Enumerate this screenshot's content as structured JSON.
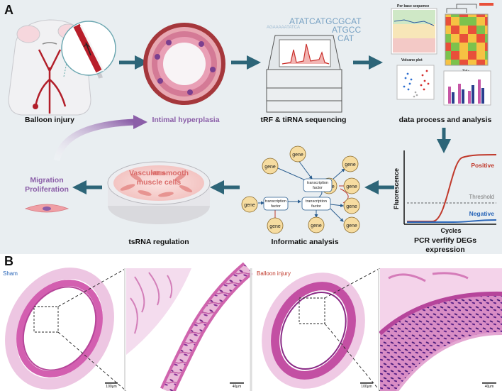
{
  "panel_a": {
    "label": "A",
    "steps": {
      "balloon_injury": "Balloon injury",
      "intimal_hyperplasia": "Intimal hyperplasia",
      "sequencing": "tRF & tiRNA sequencing",
      "data_process": "data process and analysis",
      "pcr_line1": "PCR verfify DEGs",
      "pcr_line2": "expression",
      "informatic": "Informatic analysis",
      "tsrna": "tsRNA regulation",
      "migration": "Migration",
      "proliferation": "Proliferation"
    },
    "dish_line1": "Vascular smooth",
    "dish_line2": "muscle cells",
    "seq_letters_top": "ATATCATGCGCAT",
    "seq_letters_mid": "ATGCC",
    "seq_letters_bot": "CAT",
    "seq_letters_left": "AGAAAAATATCA",
    "network": {
      "gene": "gene",
      "tf_line1": "transcription",
      "tf_line2": "factor"
    },
    "pcr_chart": {
      "ylabel": "Fluorescence",
      "xlabel": "Cycles",
      "positive": "Positive",
      "negative": "Negative",
      "threshold": "Threshold"
    },
    "mini_labels": {
      "per_base": "Per base sequence",
      "volcano": "Volcano plot",
      "title": "Title"
    }
  },
  "panel_b": {
    "label": "B",
    "sham": "Sham",
    "balloon_injury": "Balloon injury",
    "scale_100": "100μm",
    "scale_40": "40μm"
  },
  "colors": {
    "arrow_teal": "#2d6578",
    "purple": "#8b5ea8",
    "tissue_pink": "#d76fb4",
    "tissue_dark": "#9a2f86",
    "red_curve": "#c0392b",
    "blue_curve": "#2a66b8",
    "gene_fill": "#f6dca0"
  }
}
